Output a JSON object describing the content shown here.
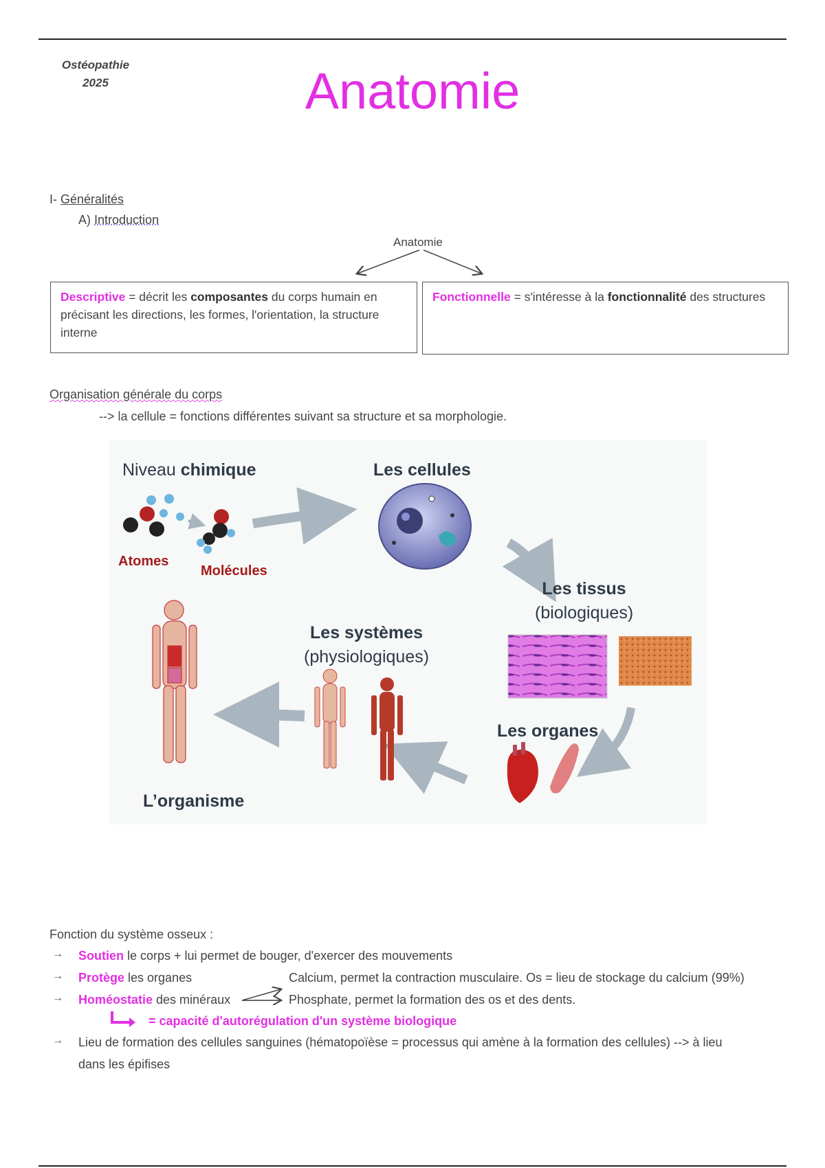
{
  "header": {
    "course_line1": "Ostéopathie",
    "course_line2": "2025",
    "title": "Anatomie"
  },
  "section1": {
    "heading_prefix": "I- ",
    "heading": "Généralités",
    "sub_prefix": "A) ",
    "sub": "Introduction"
  },
  "tree": {
    "root": "Anatomie",
    "left": {
      "term": "Descriptive",
      "t1": " = décrit les ",
      "bold": "composantes",
      "t2": " du corps humain en précisant les directions, les formes, l'orientation, la structure interne"
    },
    "right": {
      "term": "Fonctionnelle",
      "t1": " = s'intéresse à la ",
      "bold": "fonctionnalité",
      "t2": " des structures"
    }
  },
  "organisation": {
    "heading": "Organisation générale du corps",
    "line": "--> la cellule = fonctions différentes suivant sa structure et sa morphologie."
  },
  "figure": {
    "chem_a": "Niveau ",
    "chem_b": "chimique",
    "atoms": "Atomes",
    "molecules": "Molécules",
    "cells": "Les cellules",
    "tissues": "Les tissus",
    "tissues_sub": "(biologiques)",
    "systems": "Les systèmes",
    "systems_sub": "(physiologiques)",
    "organs": "Les organes",
    "organism": "L’organisme"
  },
  "bone": {
    "heading": "Fonction du système osseux :",
    "arrow_symbol": "→",
    "items": [
      {
        "key": "Soutien",
        "text": " le corps + lui permet de bouger, d'exercer des mouvements"
      },
      {
        "key": "Protège",
        "text": " les organes"
      },
      {
        "key": "Homéostatie",
        "text": " des minéraux"
      }
    ],
    "calcium": "Calcium, permet la contraction musculaire. Os = lieu de stockage du calcium (99%)",
    "phosphate": "Phosphate, permet la formation des os et des dents.",
    "definition": "= capacité d'autorégulation d'un système biologique",
    "item4_line1": "Lieu de formation des cellules sanguines (hématopoïèse = processus qui amène à la formation des cellules) --> à lieu",
    "item4_line2": "dans les épifises"
  }
}
